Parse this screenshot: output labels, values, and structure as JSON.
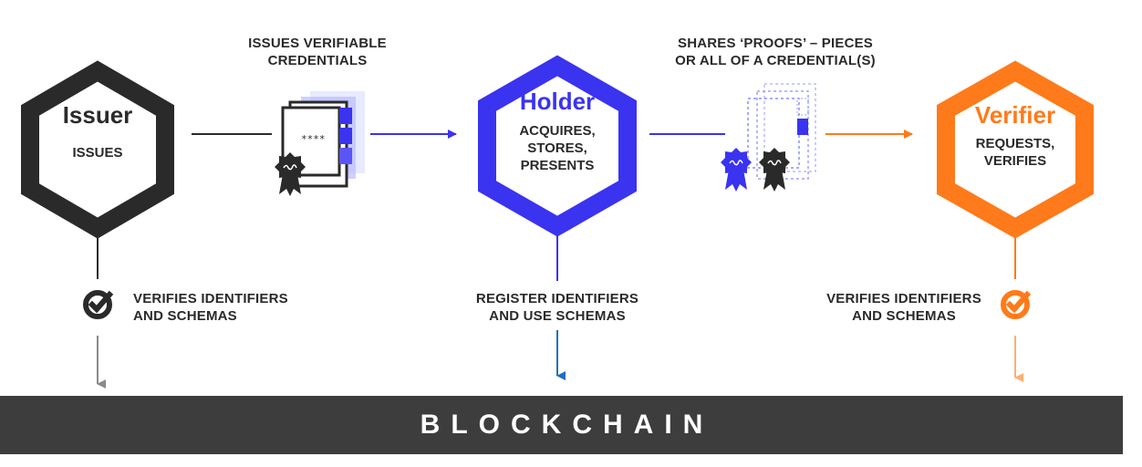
{
  "colors": {
    "issuer": "#2a2a2a",
    "holder": "#3a33f0",
    "verifier": "#ff7a1a",
    "bar": "#3d3d3d",
    "register_arrow": "#1f6fc0"
  },
  "issuer": {
    "title": "Issuer",
    "line1": "ISSUES"
  },
  "holder": {
    "title": "Holder",
    "line1": "ACQUIRES,",
    "line2": "STORES,",
    "line3": "PRESENTS"
  },
  "verifier": {
    "title": "Verifier",
    "line1": "REQUESTS,",
    "line2": "VERIFIES"
  },
  "flows": {
    "issue_line1": "ISSUES VERIFIABLE",
    "issue_line2": "CREDENTIALS",
    "share_line1": "SHARES ‘PROOFS’ – PIECES",
    "share_line2": "OR ALL OF A CREDENTIAL(S)"
  },
  "ledger": {
    "issuer_line1": "VERIFIES IDENTIFIERS",
    "issuer_line2": "AND SCHEMAS",
    "holder_line1": "REGISTER IDENTIFIERS",
    "holder_line2": "AND USE SCHEMAS",
    "verifier_line1": "VERIFIES IDENTIFIERS",
    "verifier_line2": "AND SCHEMAS"
  },
  "blockchain": {
    "label": "BLOCKCHAIN"
  },
  "icons": {
    "credential": "credential-document-icon",
    "seal": "award-seal-icon",
    "check": "check-circle-icon"
  }
}
